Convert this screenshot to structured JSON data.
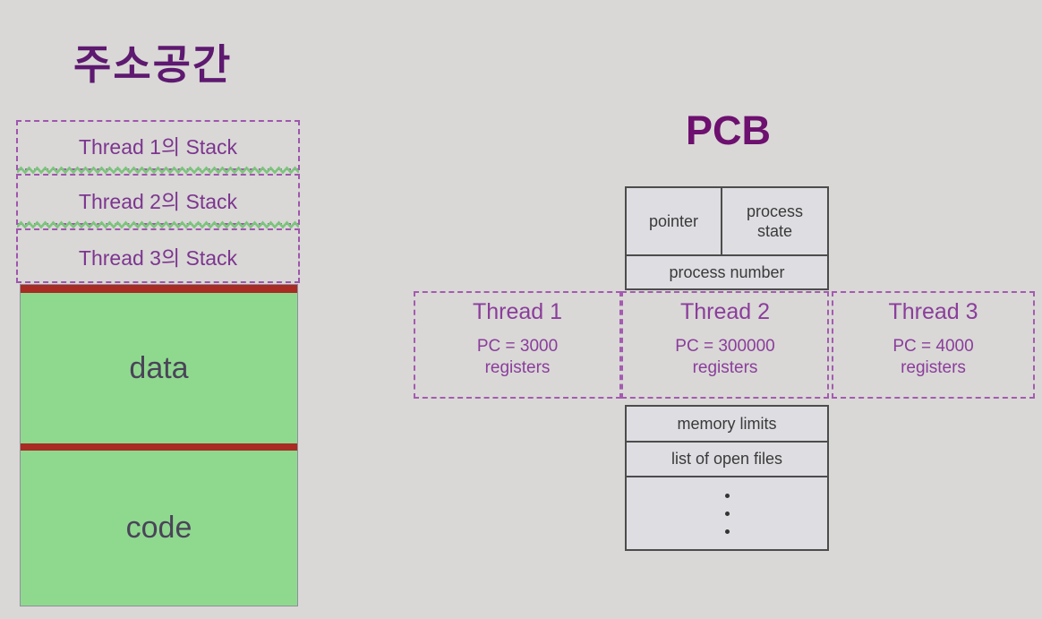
{
  "address_space": {
    "title": "주소공간",
    "stacks": [
      {
        "label": "Thread 1의 Stack"
      },
      {
        "label": "Thread 2의 Stack"
      },
      {
        "label": "Thread 3의 Stack"
      }
    ],
    "data_label": "data",
    "code_label": "code"
  },
  "pcb": {
    "title": "PCB",
    "cells": {
      "pointer": "pointer",
      "process_state": "process state",
      "process_number": "process number",
      "memory_limits": "memory limits",
      "open_files": "list of open files"
    },
    "threads": [
      {
        "name": "Thread 1",
        "pc": "PC = 3000",
        "registers": "registers"
      },
      {
        "name": "Thread 2",
        "pc": "PC = 300000",
        "registers": "registers"
      },
      {
        "name": "Thread 3",
        "pc": "PC = 4000",
        "registers": "registers"
      }
    ]
  },
  "colors": {
    "background": "#d9d8d6",
    "title_purple": "#5e1970",
    "pcb_title_purple": "#6d106f",
    "thread_text_purple": "#8b3d9c",
    "dashed_border_purple": "#a055ae",
    "memory_green": "#8fd98f",
    "zigzag_green": "#7cc47c",
    "segment_divider_red": "#a82b24",
    "table_background": "#dedde2",
    "table_border": "#4c4c4c",
    "table_text": "#3a3a3a"
  }
}
